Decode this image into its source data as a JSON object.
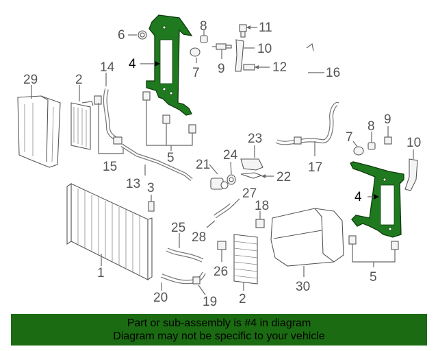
{
  "highlight_color": "#1f7a1f",
  "banner_color": "#1b6b12",
  "banner": {
    "line1": "Part or sub-assembly is #4 in diagram",
    "line2": "Diagram may not be specific to your vehicle"
  },
  "callouts": {
    "c4a": "4",
    "c4b": "4",
    "c6": "6",
    "c8a": "8",
    "c8b": "8",
    "c7a": "7",
    "c7b": "7",
    "c11": "11",
    "c10a": "10",
    "c10b": "10",
    "c9a": "9",
    "c9b": "9",
    "c12": "12",
    "c16": "16",
    "c29": "29",
    "c2a": "2",
    "c2b": "2",
    "c14": "14",
    "c5a": "5",
    "c5b": "5",
    "c15": "15",
    "c13": "13",
    "c3": "3",
    "c1": "1",
    "c21": "21",
    "c24": "24",
    "c23": "23",
    "c22": "22",
    "c17": "17",
    "c27": "27",
    "c18": "18",
    "c25": "25",
    "c28": "28",
    "c26": "26",
    "c20": "20",
    "c19": "19",
    "c30": "30"
  }
}
